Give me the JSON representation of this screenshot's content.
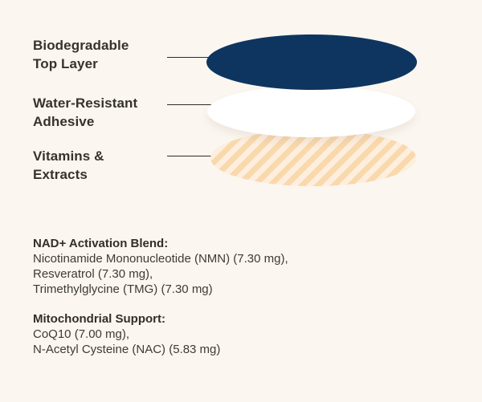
{
  "background_color": "#fbf6ef",
  "diagram": {
    "layers": [
      {
        "name": "biodegradable-top-layer",
        "label_lines": [
          "Biodegradable",
          "Top Layer"
        ],
        "fill_color": "#0d3560"
      },
      {
        "name": "water-resistant-adhesive",
        "label_lines": [
          "Water-Resistant",
          "Adhesive"
        ],
        "fill_color": "#ffffff"
      },
      {
        "name": "vitamins-and-extracts",
        "label_lines": [
          "Vitamins &",
          "Extracts"
        ],
        "stripe_colors": [
          "#f9d8ac",
          "#fdeedd"
        ]
      }
    ],
    "leader_line_color": "#2e2b28"
  },
  "ingredients": {
    "blends": [
      {
        "title": "NAD+ Activation Blend:",
        "items": [
          "Nicotinamide Mononucleotide (NMN) (7.30 mg),",
          "Resveratrol (7.30 mg),",
          "Trimethylglycine (TMG) (7.30 mg)"
        ]
      },
      {
        "title": "Mitochondrial Support:",
        "items": [
          "CoQ10 (7.00 mg),",
          "N-Acetyl Cysteine (NAC) (5.83 mg)"
        ]
      }
    ]
  },
  "text_color": "#403a35",
  "label_color": "#38322c"
}
